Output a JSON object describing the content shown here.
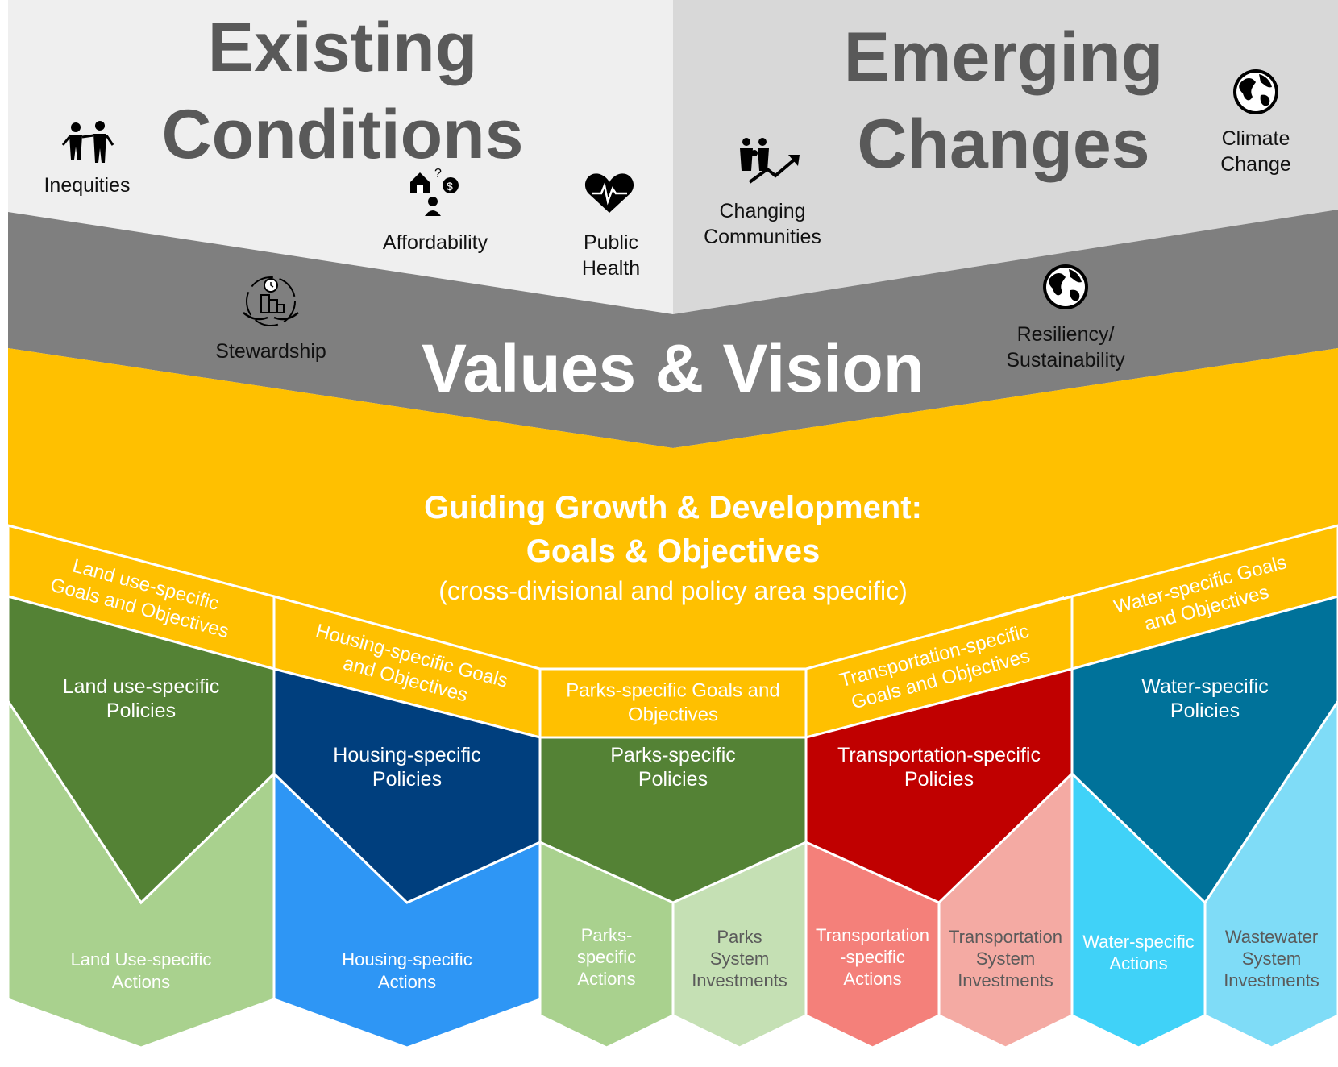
{
  "header": {
    "existing_title": [
      "Existing",
      "Conditions"
    ],
    "emerging_title": [
      "Emerging",
      "Changes"
    ],
    "vision_title": "Values & Vision"
  },
  "icons": {
    "inequities": {
      "icon": "people-unequal-icon",
      "label": [
        "Inequities"
      ]
    },
    "affordability": {
      "icon": "house-money-icon",
      "label": [
        "Affordability"
      ]
    },
    "public_health": {
      "icon": "heart-pulse-icon",
      "label": [
        "Public",
        "Health"
      ]
    },
    "changing_communities": {
      "icon": "family-growth-icon",
      "label": [
        "Changing",
        "Communities"
      ]
    },
    "climate_change": {
      "icon": "globe-icon",
      "label": [
        "Climate",
        "Change"
      ]
    },
    "stewardship": {
      "icon": "city-hands-icon",
      "label": [
        "Stewardship"
      ]
    },
    "resiliency": {
      "icon": "globe-icon",
      "label": [
        "Resiliency/",
        "Sustainability"
      ]
    }
  },
  "goals": {
    "title_line1": "Guiding Growth & Development:",
    "title_line2": "Goals & Objectives",
    "subtitle": "(cross-divisional and policy area specific)"
  },
  "areas": [
    {
      "goals_label": [
        "Land use-specific",
        "Goals and Objectives"
      ],
      "policies": [
        "Land use-specific",
        "Policies"
      ],
      "actions": [
        [
          "Land Use-specific",
          "Actions"
        ]
      ]
    },
    {
      "goals_label": [
        "Housing-specific Goals",
        "and Objectives"
      ],
      "policies": [
        "Housing-specific",
        "Policies"
      ],
      "actions": [
        [
          "Housing-specific",
          "Actions"
        ]
      ]
    },
    {
      "goals_label": [
        "Parks-specific Goals and",
        "Objectives"
      ],
      "policies": [
        "Parks-specific",
        "Policies"
      ],
      "actions": [
        [
          "Parks-",
          "specific",
          "Actions"
        ],
        [
          "Parks",
          "System",
          "Investments"
        ]
      ]
    },
    {
      "goals_label": [
        "Transportation-specific",
        "Goals and Objectives"
      ],
      "policies": [
        "Transportation-specific",
        "Policies"
      ],
      "actions": [
        [
          "Transportation",
          "-specific",
          "Actions"
        ],
        [
          "Transportation",
          "System",
          "Investments"
        ]
      ]
    },
    {
      "goals_label": [
        "Water-specific Goals",
        "and Objectives"
      ],
      "policies": [
        "Water-specific",
        "Policies"
      ],
      "actions": [
        [
          "Water-specific",
          "Actions"
        ],
        [
          "Wastewater",
          "System",
          "Investments"
        ]
      ]
    }
  ],
  "colors": {
    "existing_bg": "#efefef",
    "emerging_bg": "#d8d8d8",
    "vision_band": "#7f7f7f",
    "gold": "#ffc000",
    "land_use_policy": "#548235",
    "land_use_action": "#a9d18e",
    "housing_policy": "#003f7e",
    "housing_action": "#2e96f5",
    "parks_policy": "#548235",
    "parks_action": "#a9d18e",
    "parks_investment": "#c5e0b4",
    "transport_policy": "#c00000",
    "transport_action": "#f4807a",
    "transport_investment": "#f4aaa3",
    "water_policy": "#00729a",
    "water_action": "#40d2f8",
    "water_investment": "#7fdcf7"
  }
}
